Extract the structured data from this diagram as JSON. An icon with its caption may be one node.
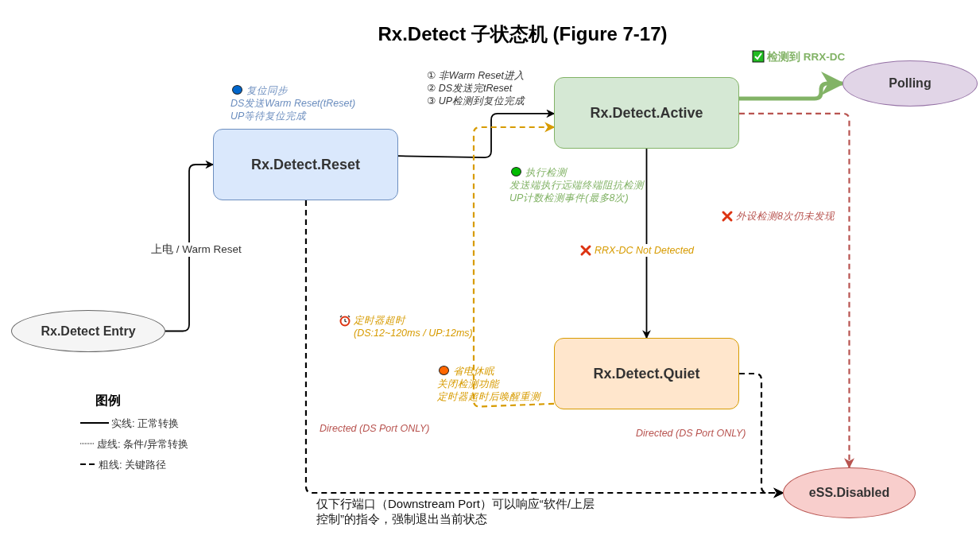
{
  "diagram": {
    "title": "Rx.Detect 子状态机 (Figure 7-17)",
    "nodes": [
      {
        "text": [
          "Rx.Detect Entry"
        ]
      },
      {
        "text": [
          "Rx.Detect.Reset"
        ],
        "beside": [
          "复位同步",
          "DS发送Warm Reset(tReset)",
          "UP等待复位完成"
        ]
      },
      {
        "text": [
          "Rx.Detect.Active"
        ],
        "beside": [
          "执行检测",
          "发送端执行远端终端阻抗检测",
          "UP计数检测事件(最多8次)"
        ]
      },
      {
        "text": [
          "Polling"
        ]
      },
      {
        "text": [
          "Rx.Detect.Quiet"
        ],
        "beside": [
          "省电休眠",
          "关闭检测功能",
          "定时器超时后唤醒重测"
        ]
      },
      {
        "text": [
          "eSS.Disabled"
        ]
      }
    ],
    "edges": [
      {
        "from": 0,
        "to": 1,
        "arrow": "to",
        "label": "上电 / Warm Reset"
      },
      {
        "from": 1,
        "to": 2,
        "arrow": "to",
        "label": "① 非Warm Reset进入 ② DS发送完tReset ③ UP检测到复位完成"
      },
      {
        "from": 2,
        "to": 3,
        "arrow": "to",
        "label": "检测到 RRX-DC",
        "style": "thick",
        "color": "#82b366"
      },
      {
        "from": 2,
        "to": 4,
        "arrow": "to",
        "label": "RRX-DC Not Detected"
      },
      {
        "from": 2,
        "to": 5,
        "arrow": "to",
        "label": "外设检测8次仍未发现",
        "style": "dashed",
        "color": "#b85450"
      },
      {
        "from": 4,
        "to": 2,
        "arrow": "to",
        "label": "定时器超时 (DS:12~120ms / UP:12ms)",
        "style": "dashed",
        "color": "#d79b00"
      },
      {
        "from": 4,
        "to": 5,
        "arrow": "to",
        "label": "Directed (DS Port ONLY)",
        "style": "dashed"
      },
      {
        "from": 1,
        "to": 5,
        "arrow": "to",
        "label": "Directed (DS Port ONLY)",
        "style": "dashed"
      }
    ],
    "labels": [
      "图例",
      "仅下行端口（Downstream Port）可以响应“软件/上层控制”的指令，强制退出当前状态"
    ],
    "legend": [
      {
        "text": "实线: 正常转换"
      },
      {
        "text": "虚线: 条件/异常转换"
      },
      {
        "text": "粗线: 关键路径"
      }
    ]
  }
}
